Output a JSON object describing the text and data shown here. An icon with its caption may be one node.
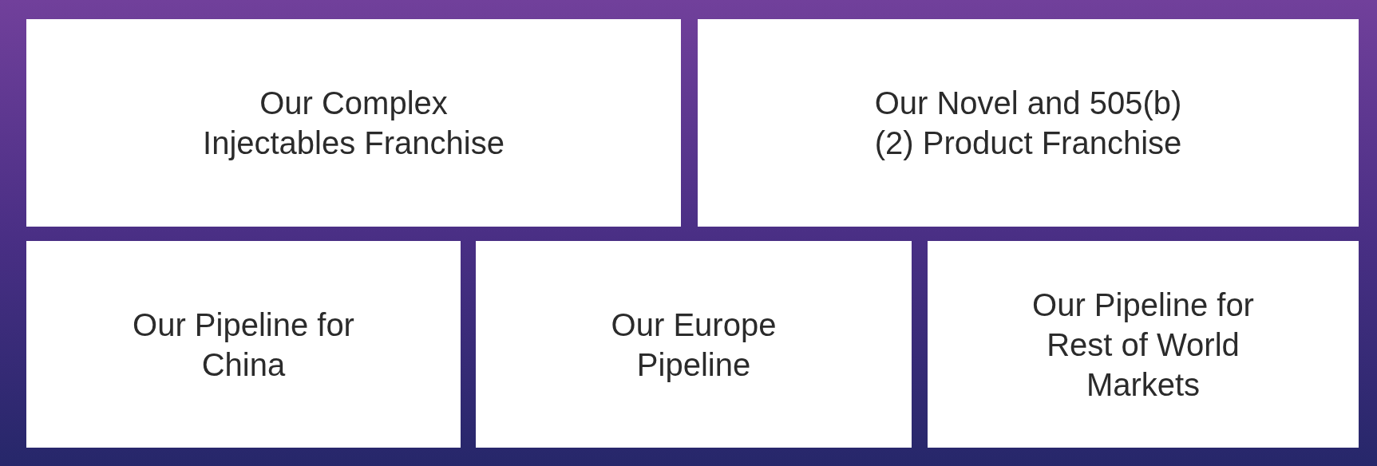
{
  "diagram": {
    "nodes": [
      {
        "text": [
          "Our Complex Injectables Franchise"
        ]
      },
      {
        "text": [
          "Our Novel and 505(b)(2) Product Franchise"
        ]
      },
      {
        "text": [
          "Our Pipeline for China"
        ]
      },
      {
        "text": [
          "Our Europe Pipeline"
        ]
      },
      {
        "text": [
          "Our Pipeline for Rest of World Markets"
        ]
      }
    ]
  }
}
